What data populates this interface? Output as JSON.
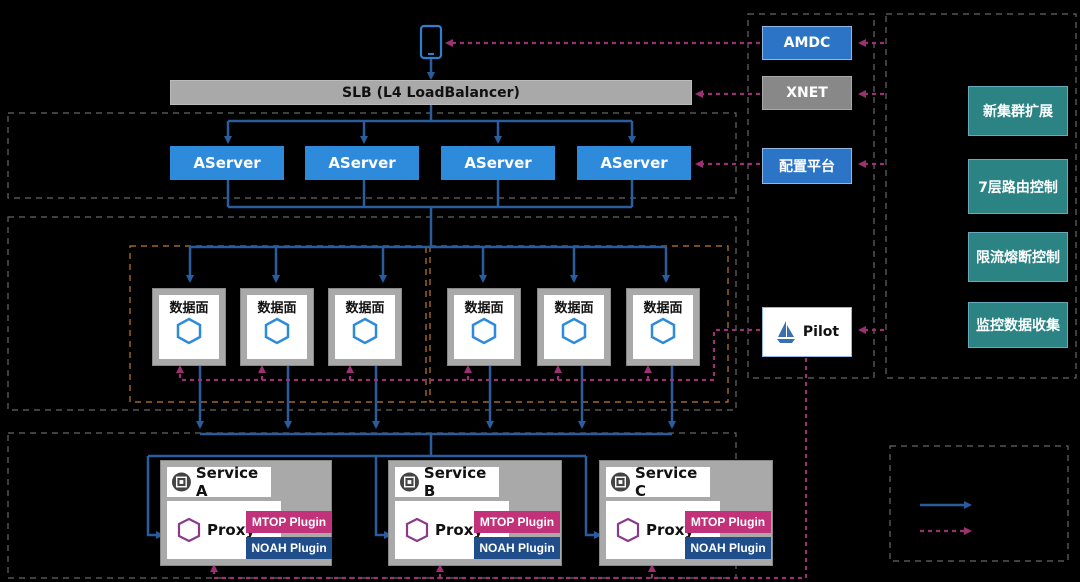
{
  "slb": {
    "label": "SLB (L4 LoadBalancer)"
  },
  "aservers": [
    "AServer",
    "AServer",
    "AServer",
    "AServer"
  ],
  "right_panel": {
    "amdc": "AMDC",
    "xnet": "XNET",
    "config": "配置平台",
    "pilot": "Pilot"
  },
  "features": [
    "新集群扩展",
    "7层路由控制",
    "限流熔断控制",
    "监控数据收集"
  ],
  "data_planes": [
    "数据面",
    "数据面",
    "数据面",
    "数据面",
    "数据面",
    "数据面"
  ],
  "services": [
    {
      "name": "Service A",
      "proxy": "Proxy",
      "mtop": "MTOP Plugin",
      "noah": "NOAH Plugin"
    },
    {
      "name": "Service B",
      "proxy": "Proxy",
      "mtop": "MTOP Plugin",
      "noah": "NOAH Plugin"
    },
    {
      "name": "Service C",
      "proxy": "Proxy",
      "mtop": "MTOP Plugin",
      "noah": "NOAH Plugin"
    }
  ],
  "colors": {
    "solid_arrow": "#2a5d9e",
    "dashed_arrow": "#9a3170",
    "aserver": "#2e8bdc",
    "feature": "#2b8383",
    "mtop": "#c2327a",
    "noah": "#1f4e8a"
  }
}
